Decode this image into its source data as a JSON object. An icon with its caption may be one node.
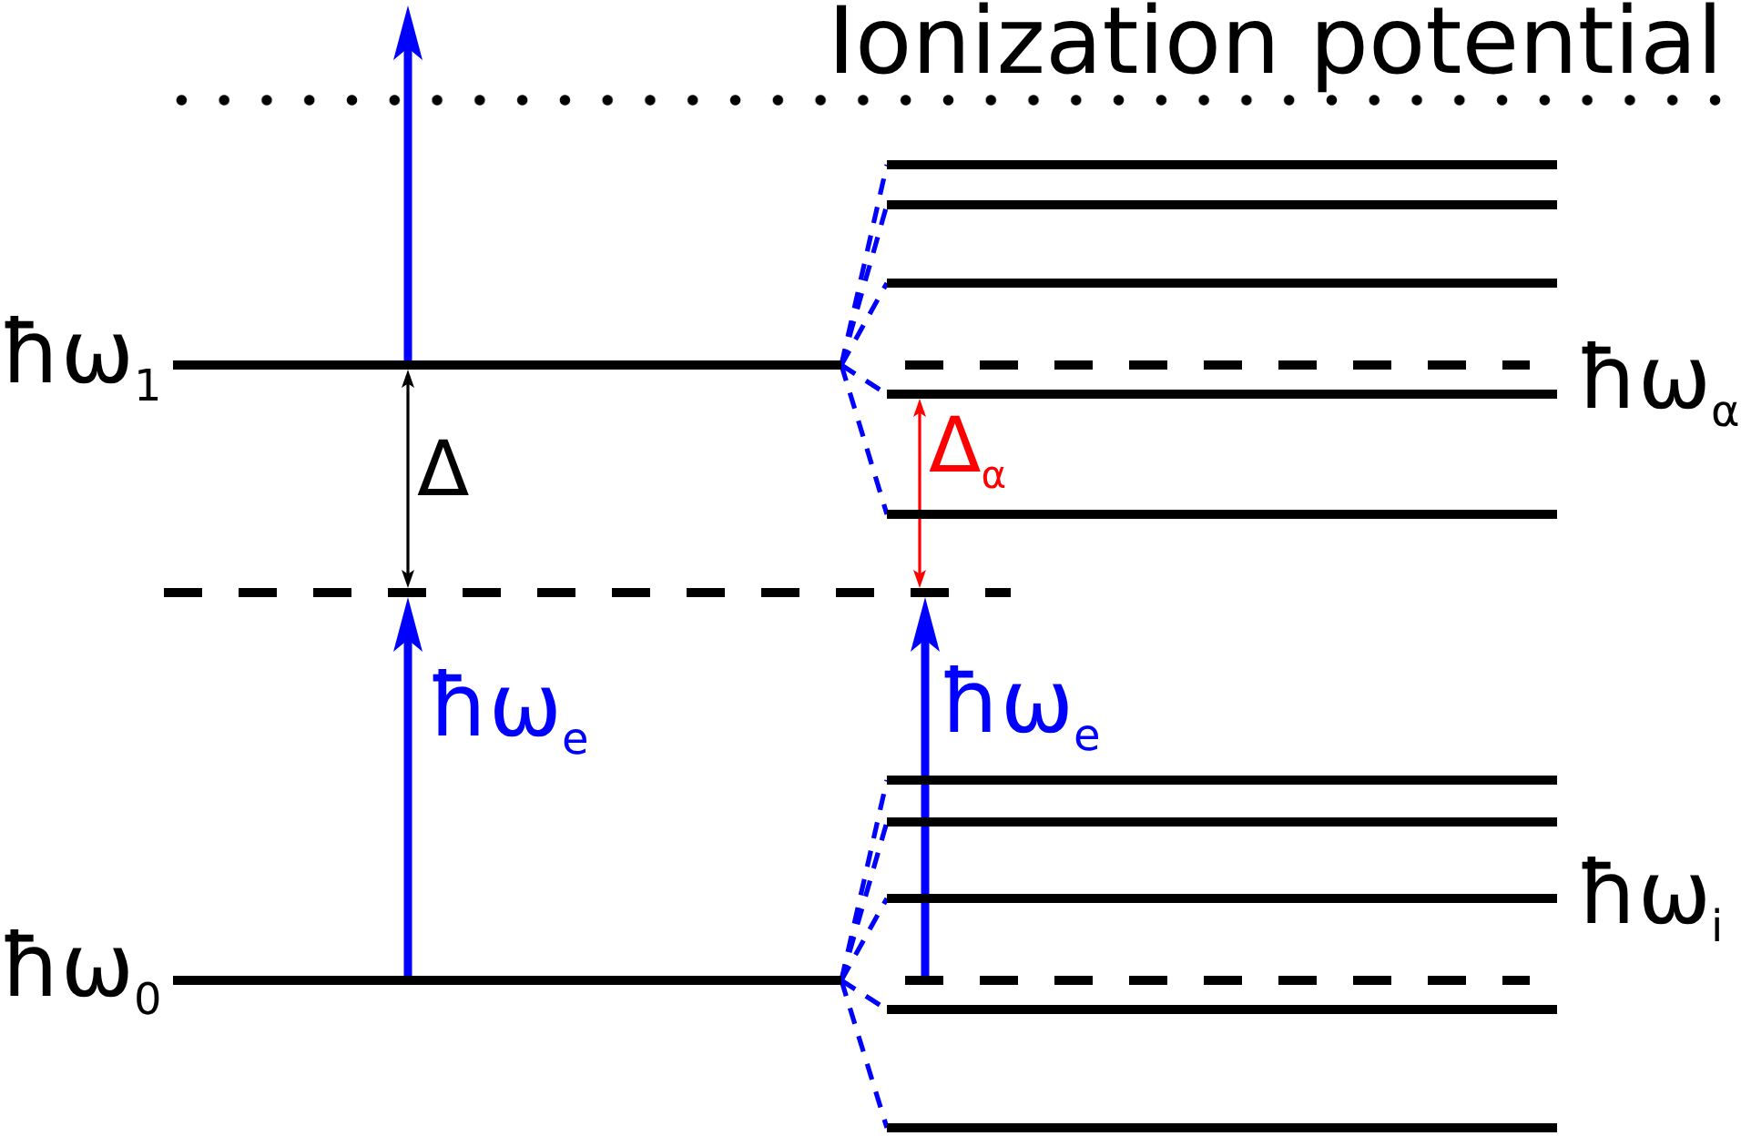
{
  "diagram": {
    "nodes": [
      {
        "text": [],
        "shape": "bar",
        "beside": [
          "Ionization potential"
        ]
      },
      {
        "text": [],
        "shape": "bar"
      },
      {
        "text": [],
        "shape": "bar"
      },
      {
        "text": [],
        "shape": "bar"
      },
      {
        "text": [],
        "shape": "bar",
        "beside": [
          "ħω$_{1}$"
        ]
      },
      {
        "text": [],
        "shape": "bar"
      },
      {
        "text": [],
        "shape": "bar",
        "beside": [
          "ħω$_{α}$"
        ]
      },
      {
        "text": [],
        "shape": "bar"
      },
      {
        "text": [],
        "shape": "bar"
      },
      {
        "text": [],
        "shape": "bar"
      },
      {
        "text": [],
        "shape": "bar"
      },
      {
        "text": [],
        "shape": "bar",
        "beside": [
          "ħω$_{i}$"
        ]
      },
      {
        "text": [],
        "shape": "bar",
        "beside": [
          "ħω$_{0}$"
        ]
      },
      {
        "text": [],
        "shape": "bar"
      },
      {
        "text": [],
        "shape": "bar"
      },
      {
        "text": [],
        "shape": "bar"
      }
    ],
    "edges": [
      {
        "from": 4,
        "to": null,
        "arrow": "to"
      },
      {
        "from": 4,
        "to": 1,
        "arrow": "none",
        "style": "dashed"
      },
      {
        "from": 4,
        "to": 2,
        "arrow": "none",
        "style": "dashed"
      },
      {
        "from": 4,
        "to": 3,
        "arrow": "none",
        "style": "dashed"
      },
      {
        "from": 4,
        "to": 6,
        "arrow": "none",
        "style": "dashed"
      },
      {
        "from": 4,
        "to": 7,
        "arrow": "none",
        "style": "dashed"
      },
      {
        "from": 12,
        "to": 8,
        "arrow": "to",
        "label": "ħω$_{e}$"
      },
      {
        "from": 13,
        "to": 8,
        "arrow": "to",
        "label": "ħω$_{e}$"
      },
      {
        "from": 12,
        "to": 9,
        "arrow": "none",
        "style": "dashed"
      },
      {
        "from": 12,
        "to": 10,
        "arrow": "none",
        "style": "dashed"
      },
      {
        "from": 12,
        "to": 11,
        "arrow": "none",
        "style": "dashed"
      },
      {
        "from": 12,
        "to": 14,
        "arrow": "none",
        "style": "dashed"
      },
      {
        "from": 12,
        "to": 15,
        "arrow": "none",
        "style": "dashed"
      },
      {
        "from": 4,
        "to": 8,
        "arrow": "both",
        "color": "#000000",
        "label": "Δ"
      },
      {
        "from": 6,
        "to": 8,
        "arrow": "both",
        "color": "#ff0000",
        "label": "Δ$_{α}$"
      }
    ]
  }
}
